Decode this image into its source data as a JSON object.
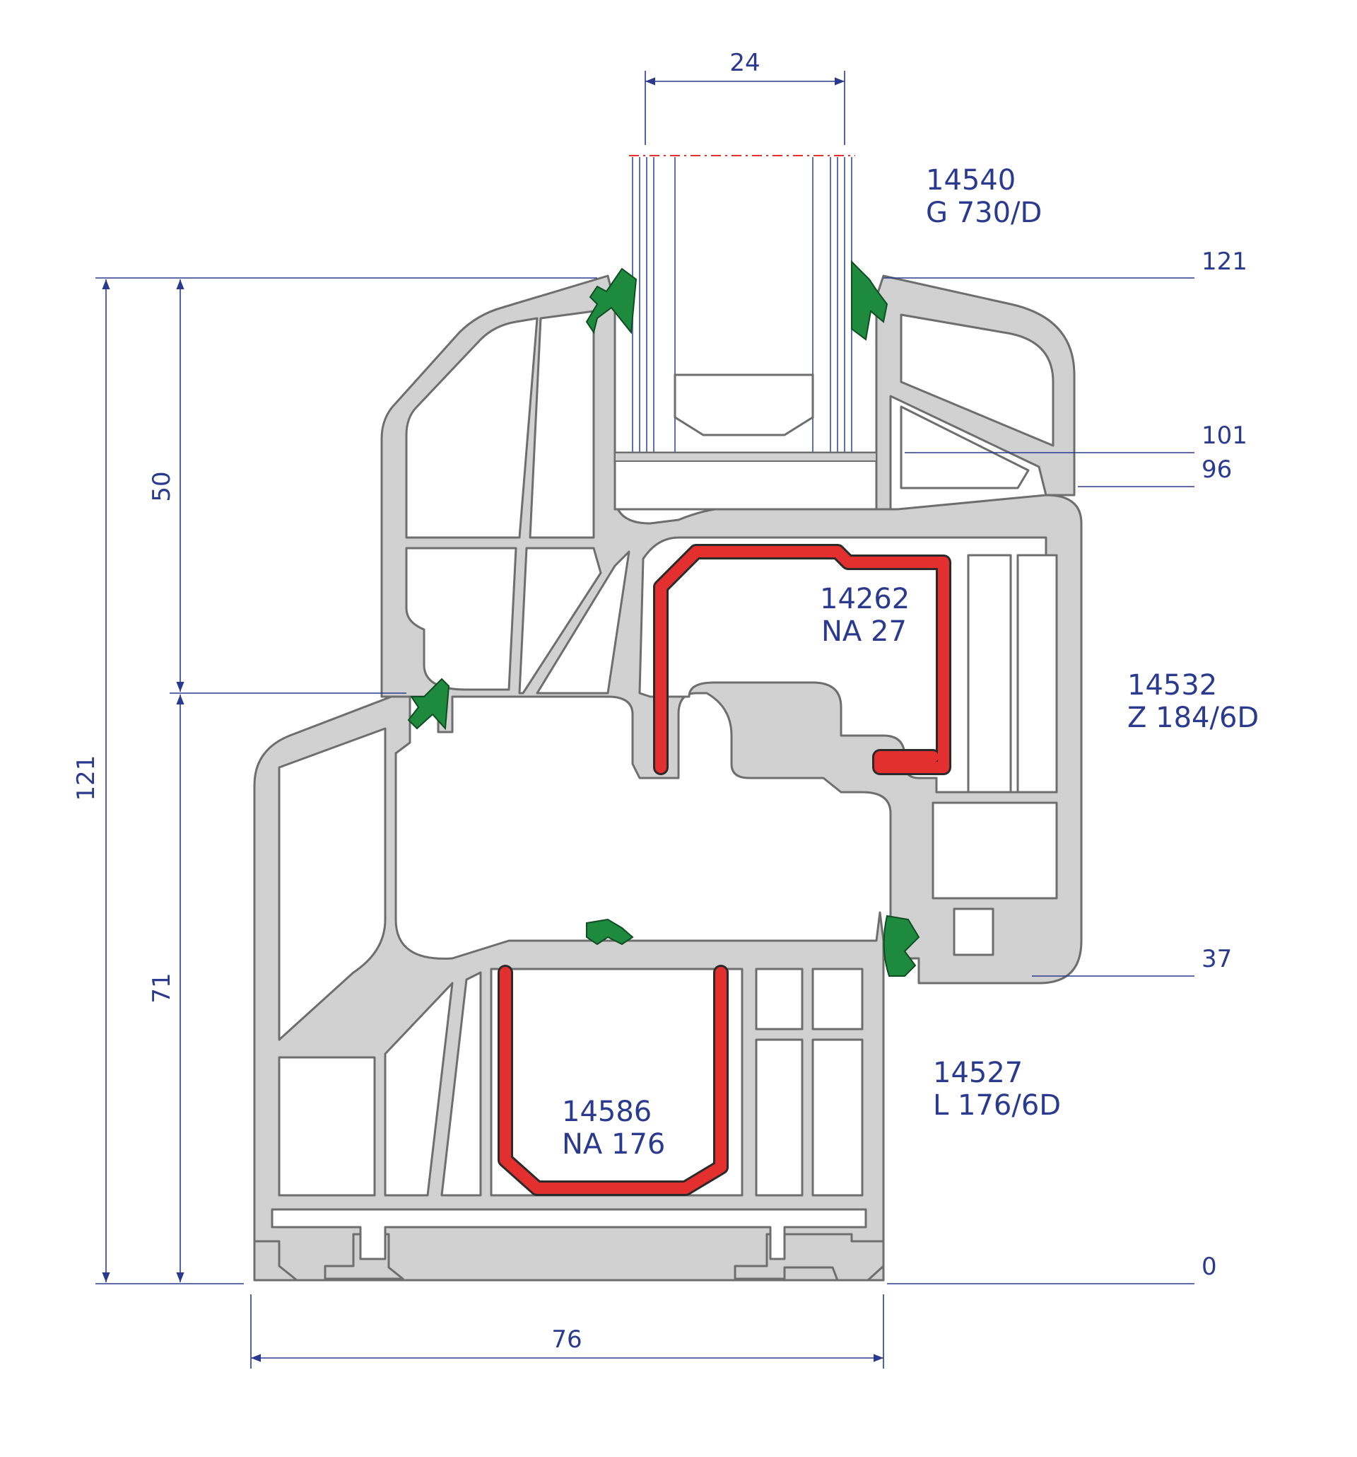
{
  "colors": {
    "dimension": "#2a3b8f",
    "pvc": "#d1d1d1",
    "pvc_outline": "#6e6e6e",
    "steel": "#e3302f",
    "gasket": "#1e8a3e",
    "axis": "#e3302f"
  },
  "labels": {
    "glazing_bead": {
      "code": "14540",
      "name": "G 730/D"
    },
    "sash_steel": {
      "code": "14262",
      "name": "NA 27"
    },
    "sash_profile": {
      "code": "14532",
      "name": "Z 184/6D"
    },
    "frame_steel": {
      "code": "14586",
      "name": "NA 176"
    },
    "frame_profile": {
      "code": "14527",
      "name": "L 176/6D"
    }
  },
  "dimensions": {
    "glass_width": "24",
    "frame_width": "76",
    "total_height": "121",
    "upper_height": "50",
    "lower_height": "71"
  },
  "levels": {
    "l121": "121",
    "l101": "101",
    "l96": "96",
    "l37": "37",
    "l0": "0"
  }
}
